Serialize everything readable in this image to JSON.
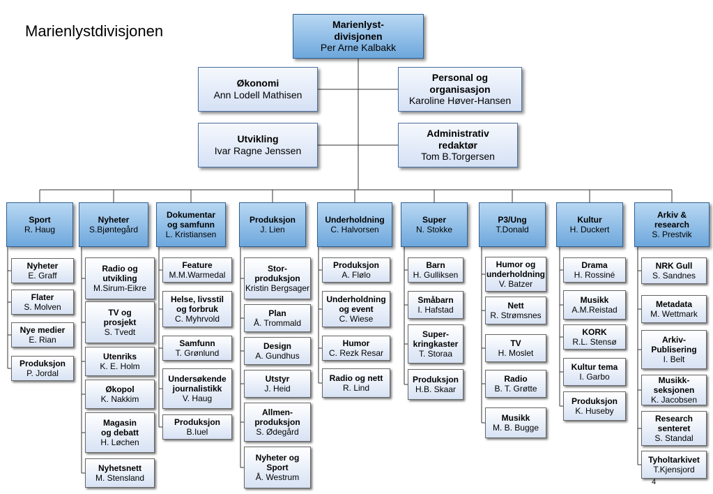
{
  "page_title": "Marienlystdivisjonen",
  "page_number": "4",
  "top": {
    "name": "Marienlyst-\ndivisjonen",
    "person": "Per Arne Kalbakk"
  },
  "staff": [
    {
      "name": "Økonomi",
      "person": "Ann Lodell Mathisen"
    },
    {
      "name": "Personal og\norganisasjon",
      "person": "Karoline Høver-Hansen"
    },
    {
      "name": "Utvikling",
      "person": "Ivar Ragne Jenssen"
    },
    {
      "name": "Administrativ\nredaktør",
      "person": "Tom B.Torgersen"
    }
  ],
  "departments": [
    {
      "name": "Sport",
      "person": "R. Haug",
      "units": [
        {
          "name": "Nyheter",
          "person": "E. Graff"
        },
        {
          "name": "Flater",
          "person": "S. Molven"
        },
        {
          "name": "Nye medier",
          "person": "E. Rian"
        },
        {
          "name": "Produksjon",
          "person": "P. Jordal"
        }
      ]
    },
    {
      "name": "Nyheter",
      "person": "S.Bjøntegård",
      "units": [
        {
          "name": "Radio og\nutvikling",
          "person": "M.Sirum-Eikre"
        },
        {
          "name": "TV og\nprosjekt",
          "person": "S. Tvedt"
        },
        {
          "name": "Utenriks",
          "person": "K. E. Holm"
        },
        {
          "name": "Økopol",
          "person": "K. Nakkim"
        },
        {
          "name": "Magasin\nog debatt",
          "person": "H. Løchen"
        },
        {
          "name": "Nyhetsnett",
          "person": "M. Stensland"
        }
      ]
    },
    {
      "name": "Dokumentar\nog samfunn",
      "person": "L. Kristiansen",
      "units": [
        {
          "name": "Feature",
          "person": "M.M.Warmedal"
        },
        {
          "name": "Helse, livsstil\nog forbruk",
          "person": "C. Myhrvold"
        },
        {
          "name": "Samfunn",
          "person": "T. Grønlund"
        },
        {
          "name": "Undersøkende\njournalistikk",
          "person": "V. Haug"
        },
        {
          "name": "Produksjon",
          "person": "B.Iuel"
        }
      ]
    },
    {
      "name": "Produksjon",
      "person": "J. Lien",
      "units": [
        {
          "name": "Stor-\nproduksjon",
          "person": "Kristin Bergsager"
        },
        {
          "name": "Plan",
          "person": "Å. Trommald"
        },
        {
          "name": "Design",
          "person": "A. Gundhus"
        },
        {
          "name": "Utstyr",
          "person": "J. Heid"
        },
        {
          "name": "Allmen-\nproduksjon",
          "person": "S. Ødegård"
        },
        {
          "name": "Nyheter og\nSport",
          "person": "Å. Westrum"
        }
      ]
    },
    {
      "name": "Underholdning",
      "person": "C. Halvorsen",
      "units": [
        {
          "name": "Produksjon",
          "person": "A. Flølo"
        },
        {
          "name": "Underholdning\nog event",
          "person": "C. Wiese"
        },
        {
          "name": "Humor",
          "person": "C. Rezk Resar"
        },
        {
          "name": "Radio og nett",
          "person": "R. Lind"
        }
      ]
    },
    {
      "name": "Super",
      "person": "N. Stokke",
      "units": [
        {
          "name": "Barn",
          "person": "H. Gulliksen"
        },
        {
          "name": "Småbarn",
          "person": "I. Hafstad"
        },
        {
          "name": "Super-\nkringkaster",
          "person": "T. Storaa"
        },
        {
          "name": "Produksjon",
          "person": "H.B. Skaar"
        }
      ]
    },
    {
      "name": "P3/Ung",
      "person": "T.Donald",
      "units": [
        {
          "name": "Humor og\nunderholdning",
          "person": "V. Batzer"
        },
        {
          "name": "Nett",
          "person": "R. Strømsnes"
        },
        {
          "name": "TV",
          "person": "H. Moslet"
        },
        {
          "name": "Radio",
          "person": "B. T. Grøtte"
        },
        {
          "name": "Musikk",
          "person": "M. B. Bugge"
        }
      ]
    },
    {
      "name": "Kultur",
      "person": "H. Duckert",
      "units": [
        {
          "name": "Drama",
          "person": "H. Rossiné"
        },
        {
          "name": "Musikk",
          "person": "A.M.Reistad"
        },
        {
          "name": "KORK",
          "person": "R.L. Stensø"
        },
        {
          "name": "Kultur tema",
          "person": "I. Garbo"
        },
        {
          "name": "Produksjon",
          "person": "K. Huseby"
        }
      ]
    },
    {
      "name": "Arkiv &\nresearch",
      "person": "S. Prestvik",
      "units": [
        {
          "name": "NRK Gull",
          "person": "S. Sandnes"
        },
        {
          "name": "Metadata",
          "person": "M. Wettmark"
        },
        {
          "name": "Arkiv-\nPublisering",
          "person": "I. Belt"
        },
        {
          "name": "Musikk-\nseksjonen",
          "person": "K. Jacobsen"
        },
        {
          "name": "Research\nsenteret",
          "person": "S. Standal"
        },
        {
          "name": "Tyholtarkivet",
          "person": "T.Kjensjord"
        }
      ]
    }
  ]
}
